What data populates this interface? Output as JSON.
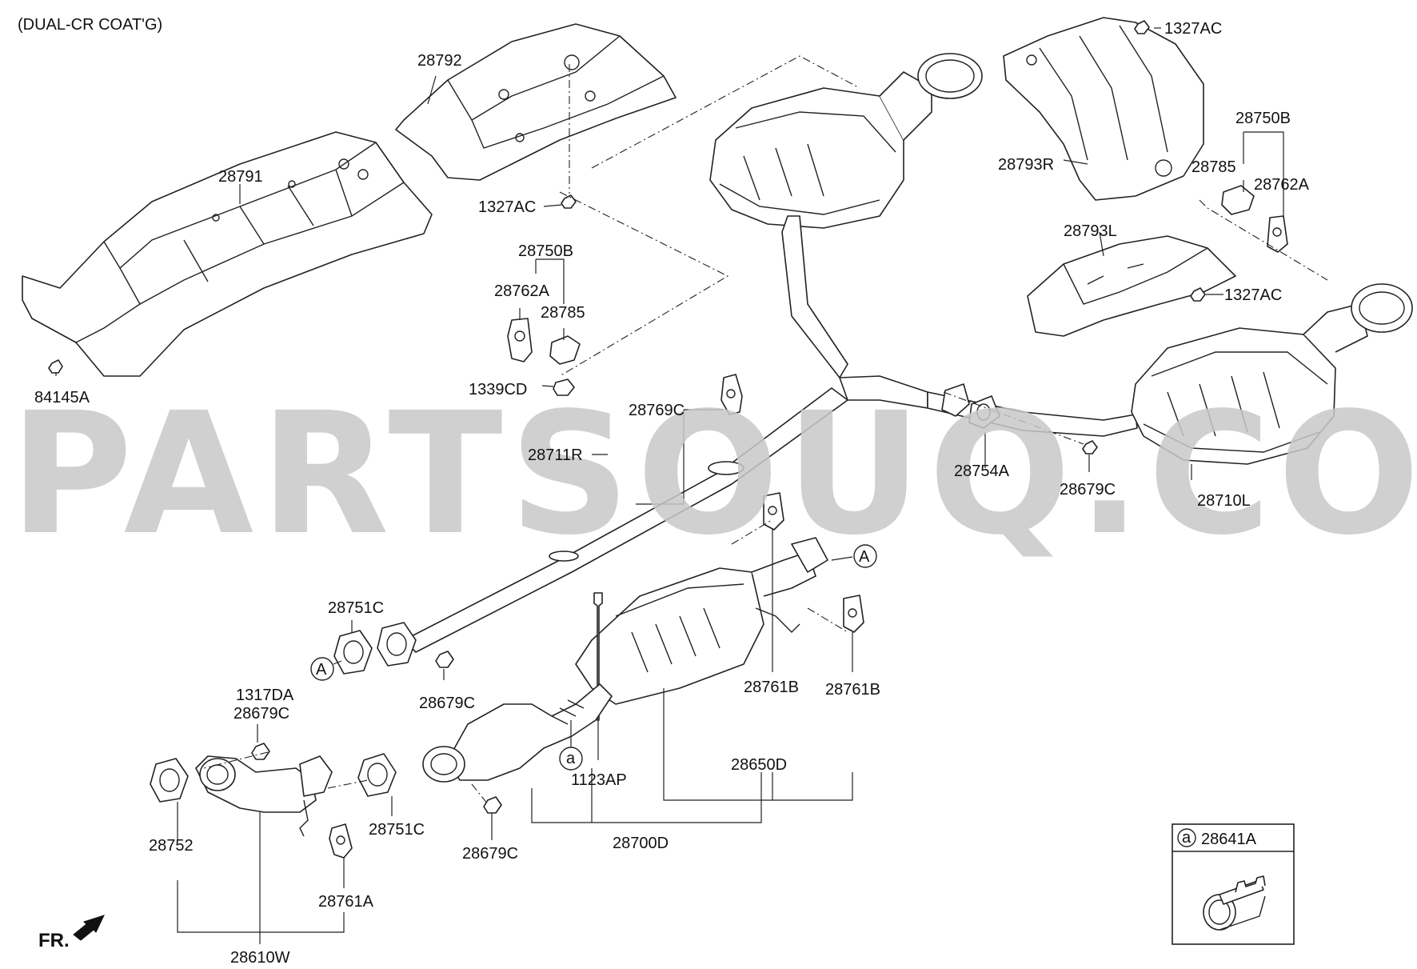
{
  "header": {
    "note": "(DUAL-CR COAT'G)"
  },
  "watermark": "PARTSOUQ.COM",
  "orientation": {
    "label": "FR."
  },
  "callout_marks": {
    "A": "A",
    "a": "a"
  },
  "labels": {
    "p28792": "28792",
    "p28791": "28791",
    "p1327AC_top": "1327AC",
    "p28750B_mid": "28750B",
    "p28762A_mid": "28762A",
    "p28785_mid": "28785",
    "p1339CD": "1339CD",
    "p84145A": "84145A",
    "p1327AC_right1": "1327AC",
    "p28793R": "28793R",
    "p28750B_right": "28750B",
    "p28785_right": "28785",
    "p28762A_right": "28762A",
    "p28793L": "28793L",
    "p1327AC_right2": "1327AC",
    "p28769C": "28769C",
    "p28711R": "28711R",
    "p28754A": "28754A",
    "p28679C_right": "28679C",
    "p28710L": "28710L",
    "p28751C_top": "28751C",
    "p28679C_mid": "28679C",
    "p1317DA": "1317DA",
    "p28679C_left": "28679C",
    "p28761B_1": "28761B",
    "p28761B_2": "28761B",
    "p1123AP": "1123AP",
    "p28650D": "28650D",
    "p28752": "28752",
    "p28751C_low": "28751C",
    "p28679C_low": "28679C",
    "p28700D": "28700D",
    "p28761A": "28761A",
    "p28610W": "28610W"
  },
  "inset": {
    "mark": "a",
    "part": "28641A"
  }
}
